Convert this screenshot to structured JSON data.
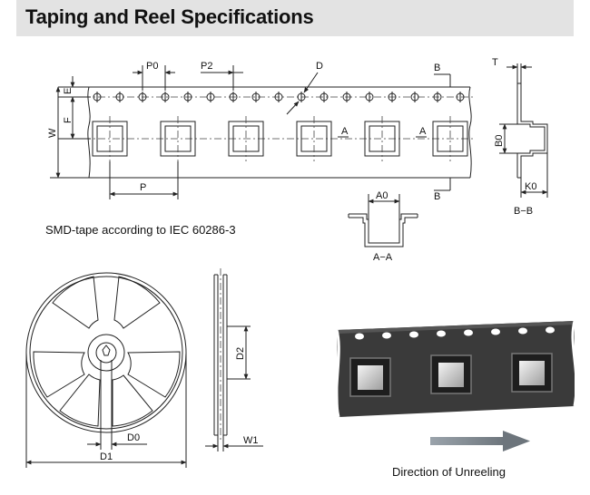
{
  "header": {
    "title": "Taping and Reel Specifications"
  },
  "tape": {
    "caption": "SMD-tape according to IEC 60286-3",
    "labels": {
      "p0": "P0",
      "p2": "P2",
      "d": "D",
      "e": "E",
      "f": "F",
      "w": "W",
      "p": "P",
      "a_left": "A",
      "a_right": "A",
      "b_top": "B",
      "b_bottom": "B",
      "t": "T",
      "b0": "B0",
      "k0": "K0",
      "a0": "A0"
    },
    "section_bb": "B−B",
    "section_aa": "A−A"
  },
  "reel": {
    "labels": {
      "d0": "D0",
      "d1": "D1",
      "d2": "D2",
      "w1": "W1"
    }
  },
  "photo": {
    "caption": "Direction of Unreeling"
  }
}
